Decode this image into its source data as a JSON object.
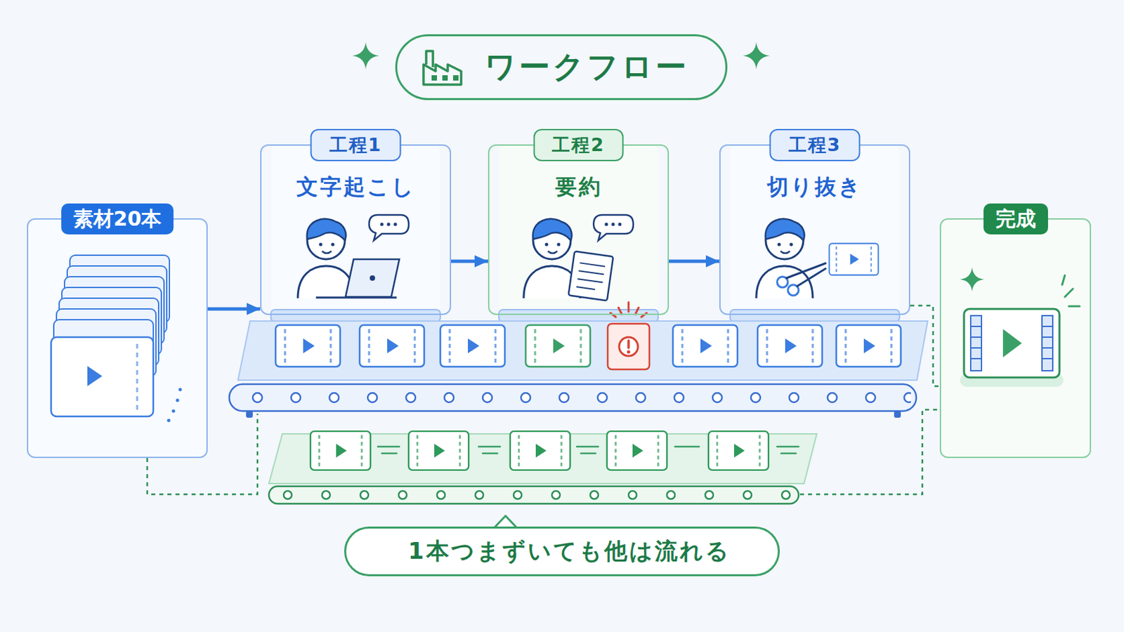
{
  "diagram": {
    "title": "ワークフロー",
    "nodes": [
      {
        "text": [
          "素材20本"
        ]
      },
      {
        "text": [
          "工程1",
          "文字起こし"
        ]
      },
      {
        "text": [
          "工程2",
          "要約"
        ]
      },
      {
        "text": [
          "工程3",
          "切り抜き"
        ]
      },
      {
        "text": [
          "完成"
        ]
      },
      {
        "text": [
          "1本つまずいても他は流れる"
        ]
      }
    ],
    "edges": [
      {
        "from": 0,
        "to": 1,
        "arrow": "to"
      },
      {
        "from": 1,
        "to": 2,
        "arrow": "to"
      },
      {
        "from": 2,
        "to": 3,
        "arrow": "to"
      },
      {
        "from": 3,
        "to": 4,
        "arrow": "none"
      }
    ]
  }
}
